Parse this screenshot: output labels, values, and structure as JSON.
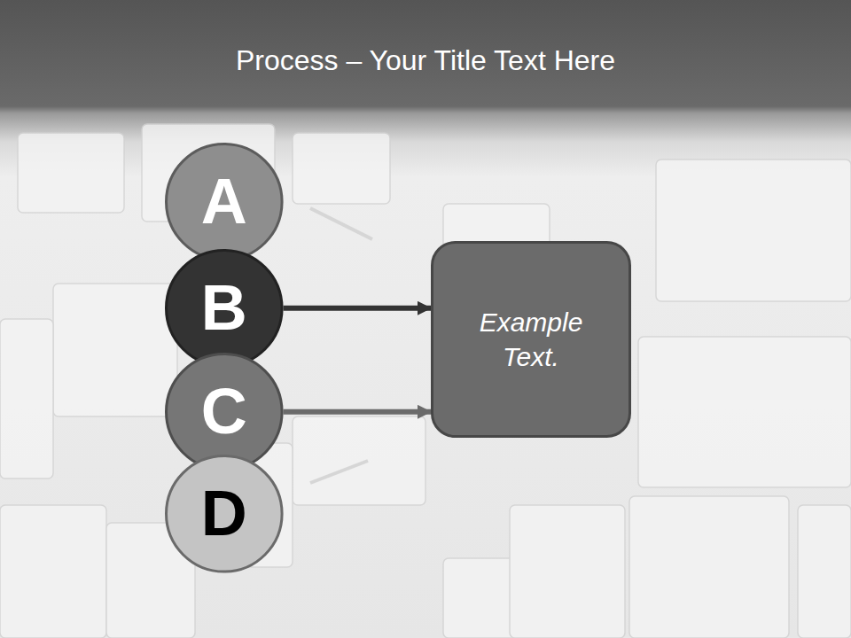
{
  "diagram": {
    "title": "Process – Your Title Text Here",
    "nodes": [
      {
        "text": [
          "A"
        ]
      },
      {
        "text": [
          "B"
        ]
      },
      {
        "text": [
          "C"
        ]
      },
      {
        "text": [
          "D"
        ]
      },
      {
        "text": [
          "Example Text."
        ]
      }
    ],
    "edges": [
      {
        "from": 1,
        "to": 4,
        "arrow": "to"
      },
      {
        "from": 2,
        "to": 4,
        "arrow": "to"
      }
    ]
  }
}
